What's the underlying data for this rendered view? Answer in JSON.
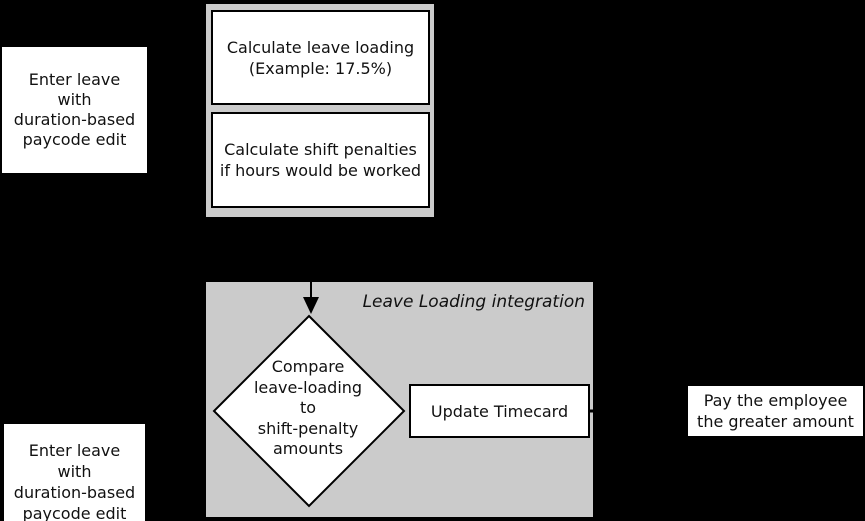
{
  "colors": {
    "background": "#000000",
    "panel_gray": "#cbcbcb",
    "node_fill": "#ffffff",
    "line_black": "#000000"
  },
  "top_left_node": {
    "lines": [
      "Enter leave",
      "with",
      "duration-based",
      "paycode edit"
    ]
  },
  "calc_stack": {
    "leave_loading": {
      "lines": [
        "Calculate leave loading",
        "(Example: 17.5%)"
      ]
    },
    "shift_penalties": {
      "lines": [
        "Calculate shift penalties",
        "if hours would be worked"
      ]
    }
  },
  "integration_panel": {
    "title": "Leave Loading integration",
    "decision": {
      "lines": [
        "Compare",
        "leave-loading",
        "to",
        "shift-penalty",
        "amounts"
      ]
    },
    "update_timecard": {
      "label": "Update Timecard"
    }
  },
  "pay_node": {
    "lines": [
      "Pay the employee",
      "the greater amount"
    ]
  },
  "bottom_left_node": {
    "lines": [
      "Enter leave",
      "with",
      "duration-based",
      "paycode edit"
    ]
  }
}
